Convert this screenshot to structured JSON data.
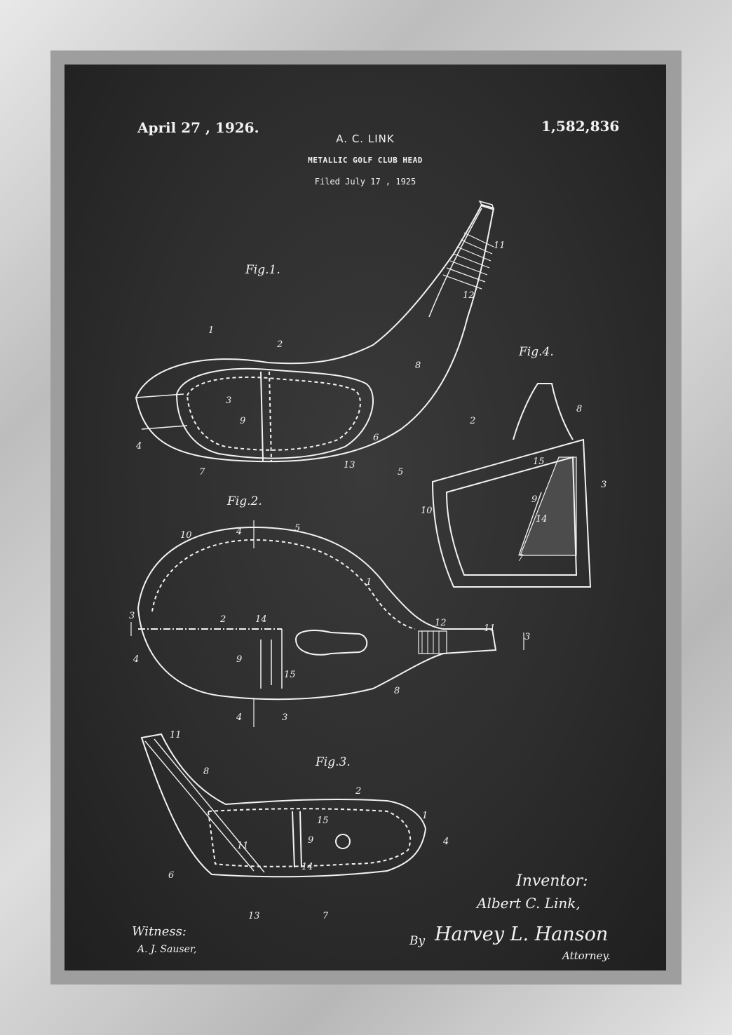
{
  "header": {
    "date": "April 27 , 1926.",
    "patent_number": "1,582,836",
    "inventor": "A. C. LINK",
    "title": "METALLIC GOLF CLUB HEAD",
    "filed": "Filed July 17 , 1925"
  },
  "figures": {
    "fig1": "Fig.1.",
    "fig2": "Fig.2.",
    "fig3": "Fig.3.",
    "fig4": "Fig.4."
  },
  "signatures": {
    "witness_label": "Witness:",
    "witness_name": "A. J. Sauser,",
    "inventor_label": "Inventor:",
    "inventor_name": "Albert C. Link,",
    "by_label": "By",
    "attorney_name": "Harvey L. Hanson",
    "attorney_label": "Attorney."
  },
  "colors": {
    "chalk": "#f2f2f2",
    "board": "#2d2d2d",
    "frame": "#d2d2d2"
  }
}
